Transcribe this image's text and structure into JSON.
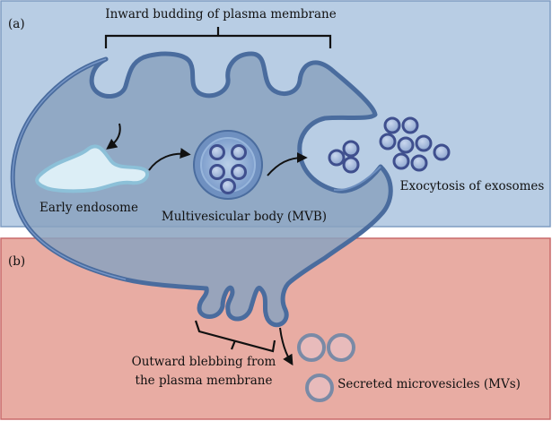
{
  "panels": {
    "a": {
      "label": "(a)",
      "color": "#b8cde4"
    },
    "b": {
      "label": "(b)",
      "color": "#e8aca3"
    }
  },
  "labels": {
    "inward_budding": "Inward budding of plasma membrane",
    "early_endosome": "Early endosome",
    "mvb": "Multivesicular body (MVB)",
    "exocytosis": "Exocytosis of exosomes",
    "outward_blebbing_line1": "Outward blebbing from",
    "outward_blebbing_line2": "the plasma membrane",
    "secreted_microvesicles": "Secreted microvesicles (MVs)"
  },
  "colors": {
    "membrane": "#4a6c9e",
    "membrane_light": "#6f90c0",
    "cell_interior": "#8aa2bf",
    "endosome_fill": "#dceef6",
    "endosome_stroke": "#8cc0d8",
    "vesicle_stroke": "#3f4f8e",
    "vesicle_fill": "#9fb6d8",
    "microvesicle_stroke": "#7a8aa6",
    "text": "#111111"
  }
}
